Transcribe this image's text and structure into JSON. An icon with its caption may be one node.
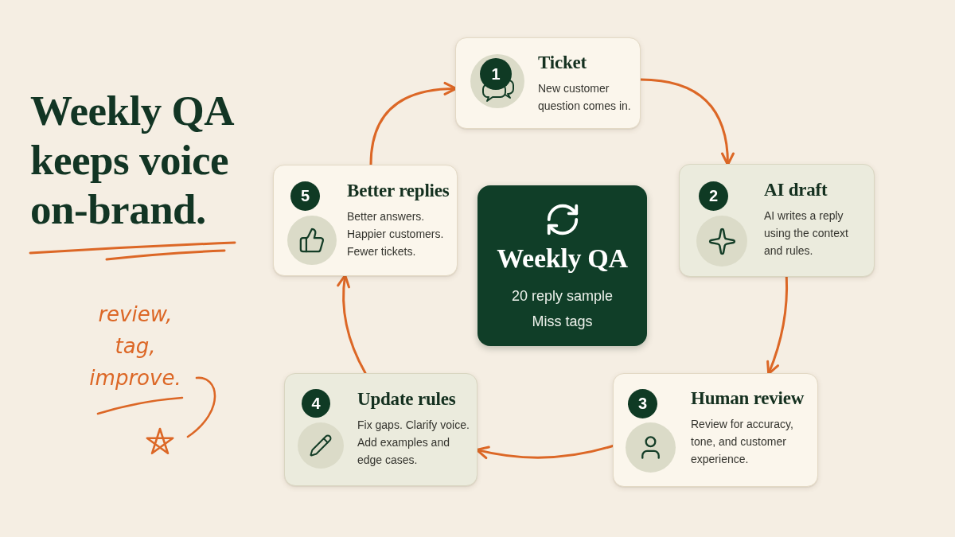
{
  "diagram": {
    "title": "Weekly QA keeps voice on-brand.",
    "nodes": [
      {
        "text": [
          "1",
          "Ticket",
          "New customer question comes in."
        ]
      },
      {
        "text": [
          "2",
          "AI draft",
          "AI writes a reply using the context and rules."
        ]
      },
      {
        "text": [
          "3",
          "Human review",
          "Review for accuracy, tone, and customer experience."
        ]
      },
      {
        "text": [
          "4",
          "Update rules",
          "Fix gaps. Clarify voice. Add examples and edge cases."
        ]
      },
      {
        "text": [
          "5",
          "Better replies",
          "Better answers. Happier customers. Fewer tickets."
        ]
      },
      {
        "text": [
          "Weekly QA",
          "20 reply sample",
          "Miss tags"
        ]
      }
    ],
    "edges": [
      {
        "from": 0,
        "to": 1,
        "arrow": "to"
      },
      {
        "from": 1,
        "to": 2,
        "arrow": "to"
      },
      {
        "from": 2,
        "to": 3,
        "arrow": "to"
      },
      {
        "from": 3,
        "to": 4,
        "arrow": "to"
      },
      {
        "from": 4,
        "to": 0,
        "arrow": "to"
      }
    ],
    "labels": [
      "review, tag, improve."
    ]
  }
}
